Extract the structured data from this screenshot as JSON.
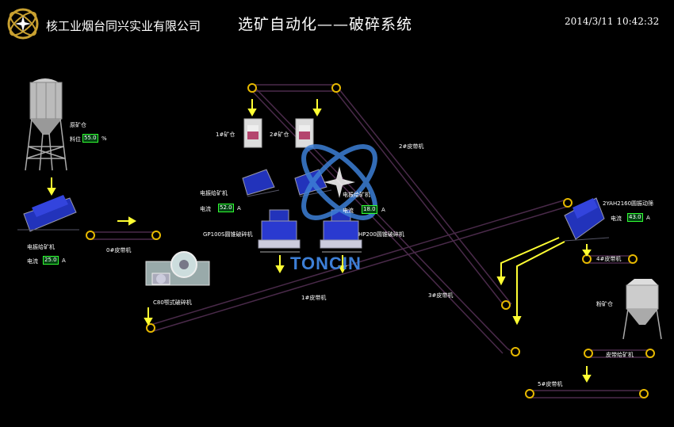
{
  "header": {
    "company": "核工业烟台同兴实业有限公司",
    "title": "选矿自动化——破碎系统",
    "datetime": "2014/3/11 10:42:32"
  },
  "watermark": {
    "text": "TONCIN"
  },
  "equipment": {
    "raw_bin": {
      "label": "原矿仓",
      "level_label": "料位",
      "level_value": "55.0",
      "level_unit": "%"
    },
    "feeder0": {
      "label": "电振给矿机",
      "current_label": "电流",
      "current_value": "25.0",
      "current_unit": "A"
    },
    "belt0": {
      "label": "0#皮带机"
    },
    "jaw_crusher": {
      "label": "C80颚式破碎机"
    },
    "bin1": {
      "label": "1#矿仓"
    },
    "bin2": {
      "label": "2#矿仓"
    },
    "feeder1": {
      "label": "电振给矿机",
      "current_label": "电流",
      "current_value": "52.0",
      "current_unit": "A"
    },
    "feeder2": {
      "label": "电振给矿机",
      "current_label": "电流",
      "current_value": "18.0",
      "current_unit": "A"
    },
    "cone1": {
      "label": "GP100S圆锥破碎机"
    },
    "cone2": {
      "label": "HP200圆锥破碎机"
    },
    "belt1": {
      "label": "1#皮带机"
    },
    "belt2": {
      "label": "2#皮带机"
    },
    "belt3": {
      "label": "3#皮带机"
    },
    "belt4": {
      "label": "4#皮带机"
    },
    "belt5": {
      "label": "5#皮带机"
    },
    "screen": {
      "label": "2YAH2160圆振动筛",
      "current_label": "电流",
      "current_value": "43.0",
      "current_unit": "A"
    },
    "powder_bin": {
      "label": "粉矿仓"
    },
    "belt_feeder": {
      "label": "皮带给矿机"
    }
  },
  "colors": {
    "belt": "#3a1f3a",
    "arrow": "#ffff33",
    "machine": "#2233bb",
    "value_border": "#33ff33",
    "pulley": "#ffcc00"
  }
}
